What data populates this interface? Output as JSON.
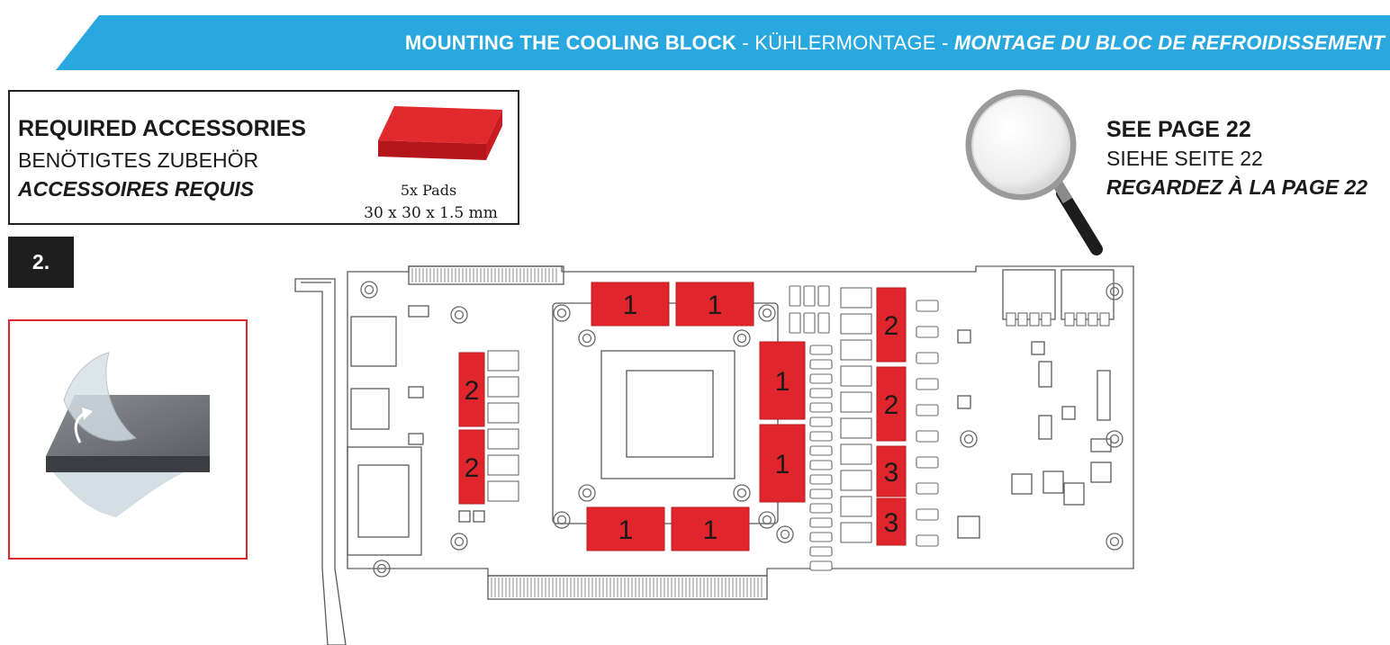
{
  "header": {
    "title_en": "MOUNTING THE COOLING BLOCK",
    "sep1": " - ",
    "title_de": "KÜHLERMONTAGE",
    "sep2": " - ",
    "title_fr": "MONTAGE DU BLOC DE REFROIDISSEMENT",
    "color": "#29a8df"
  },
  "accessories": {
    "heading_en": "REQUIRED ACCESSORIES",
    "heading_de": "BENÖTIGTES ZUBEHÖR",
    "heading_fr": "ACCESSOIRES REQUIS",
    "item_qty": "5x Pads",
    "item_size": "30 x 30 x 1.5 mm",
    "pad_color": "#d8191f"
  },
  "step": {
    "number": "2."
  },
  "peel_box": {
    "border_color": "#e0262c",
    "icon": "peel-arrow-icon"
  },
  "see_page": {
    "line_en": "SEE PAGE 22",
    "line_de": "SIEHE SEITE 22",
    "line_fr": "REGARDEZ À LA PAGE 22",
    "icon": "magnifier-icon"
  },
  "board": {
    "pad_color": "#e0262c",
    "pads": [
      {
        "label": "1"
      },
      {
        "label": "1"
      },
      {
        "label": "1"
      },
      {
        "label": "1"
      },
      {
        "label": "1"
      },
      {
        "label": "1"
      },
      {
        "label": "2"
      },
      {
        "label": "2"
      },
      {
        "label": "2"
      },
      {
        "label": "2"
      },
      {
        "label": "3"
      },
      {
        "label": "3"
      }
    ]
  }
}
